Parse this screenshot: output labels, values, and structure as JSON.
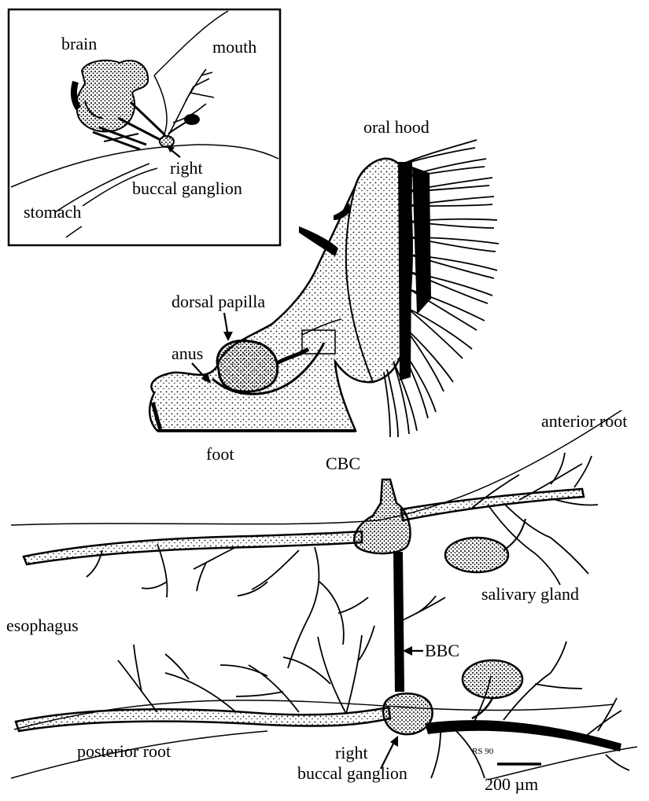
{
  "inset": {
    "labels": {
      "brain": "brain",
      "mouth": "mouth",
      "right_buccal_ganglion_1": "right",
      "right_buccal_ganglion_2": "buccal ganglion",
      "stomach": "stomach"
    }
  },
  "animal": {
    "labels": {
      "oral_hood": "oral hood",
      "dorsal_papilla": "dorsal papilla",
      "anus": "anus",
      "foot": "foot"
    }
  },
  "neurons": {
    "labels": {
      "anterior_root": "anterior root",
      "cbc": "CBC",
      "salivary_gland": "salivary gland",
      "esophagus": "esophagus",
      "bbc": "BBC",
      "posterior_root": "posterior root",
      "right_buccal_ganglion_1": "right",
      "right_buccal_ganglion_2": "buccal ganglion",
      "signature": "RS 90"
    },
    "scale_bar": "200 µm"
  },
  "colors": {
    "ink": "#000000",
    "paper": "#ffffff"
  }
}
